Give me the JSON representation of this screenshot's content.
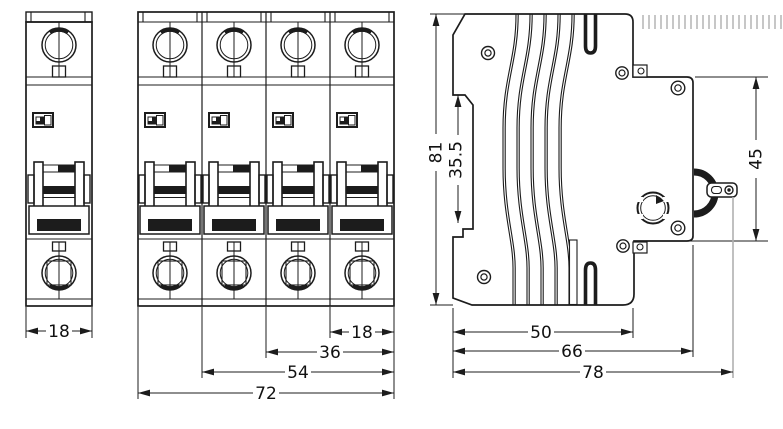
{
  "drawing": {
    "front_view_1pole": {
      "width": "18"
    },
    "front_view_4pole": {
      "one_module": "18",
      "two_modules": "36",
      "three_modules": "54",
      "total_width": "72"
    },
    "side_view": {
      "height": "81",
      "din_notch_height": "35.5",
      "terminal_section_height": "45",
      "body_depth": "50",
      "depth_with_toggle": "66",
      "total_depth": "78"
    }
  }
}
